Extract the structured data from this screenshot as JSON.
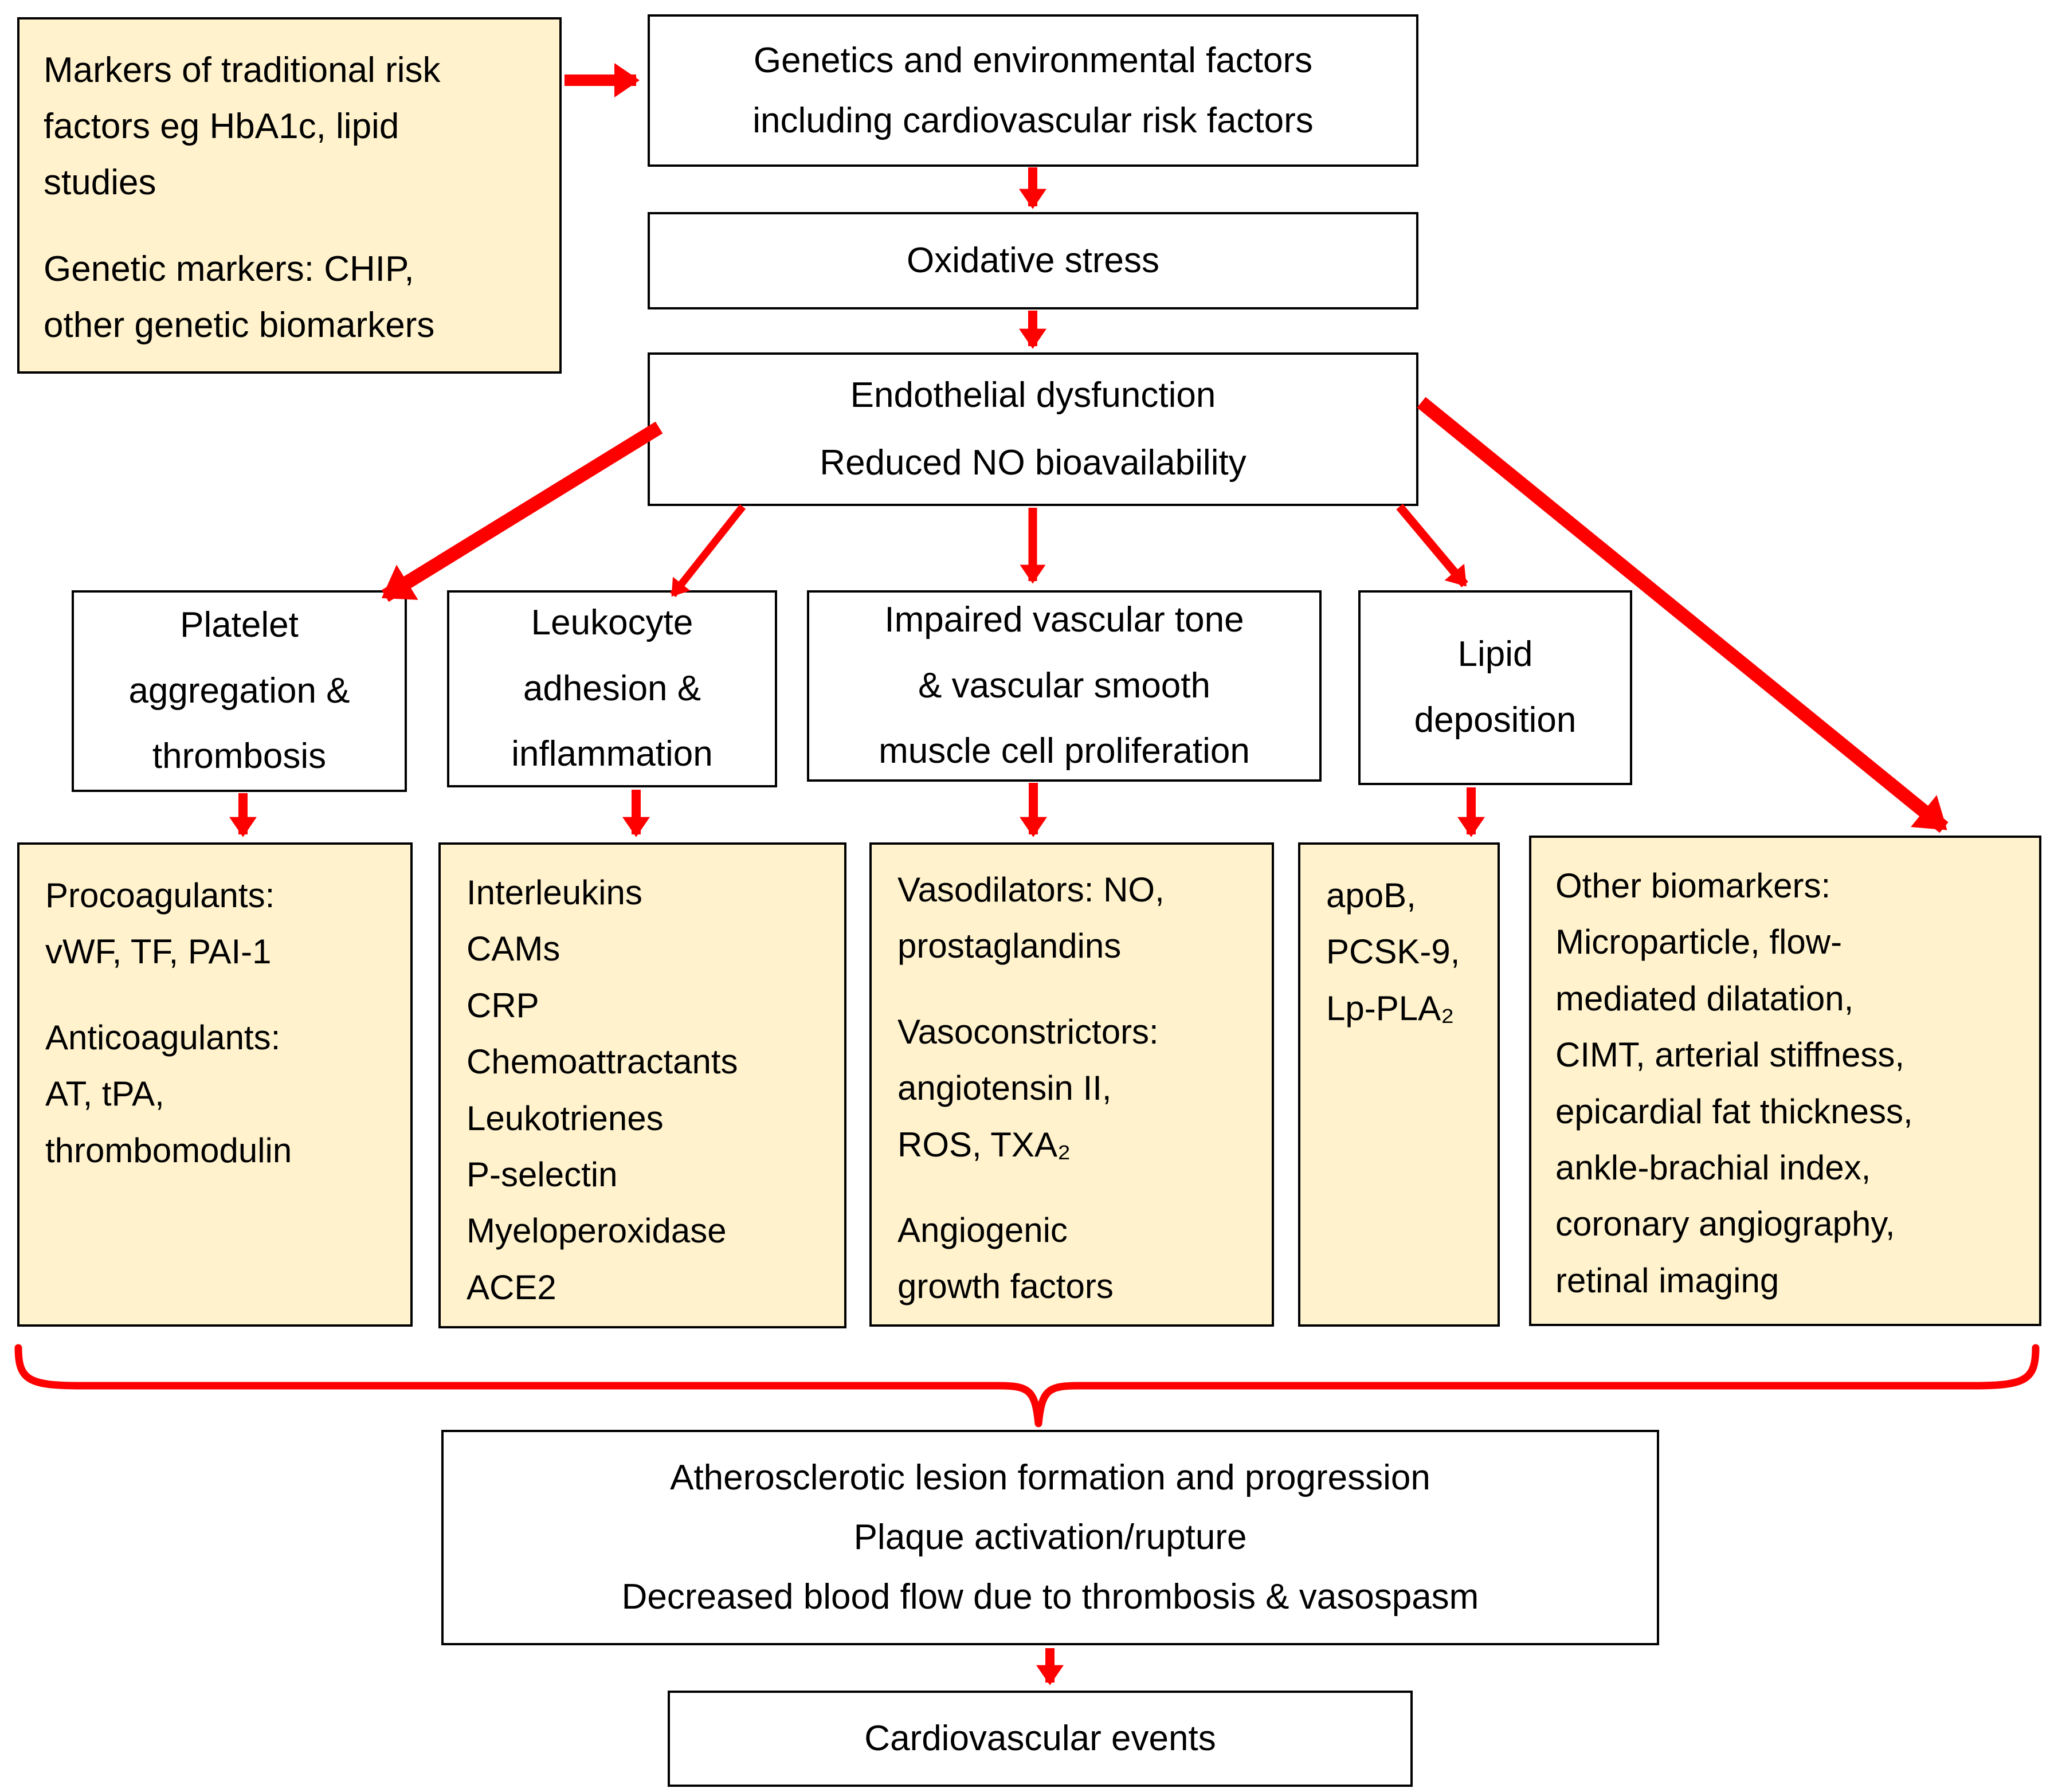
{
  "colors": {
    "accent_red": "#FF0000",
    "box_fill_yellow": "#FFF2CC",
    "box_fill_white": "#FFFFFF",
    "border_black": "#000000"
  },
  "boxes": {
    "traditional": {
      "lines": [
        "Markers of traditional risk",
        "factors eg HbA1c, lipid",
        "studies",
        "",
        "Genetic markers: CHIP,",
        "other genetic biomarkers"
      ]
    },
    "genetics": {
      "lines": [
        "Genetics and environmental factors",
        "including cardiovascular risk factors"
      ]
    },
    "oxidative": {
      "lines": [
        "Oxidative stress"
      ]
    },
    "endothelial": {
      "lines": [
        "Endothelial dysfunction",
        "Reduced NO bioavailability"
      ]
    },
    "platelet": {
      "lines": [
        "Platelet",
        "aggregation &",
        "thrombosis"
      ]
    },
    "leukocyte": {
      "lines": [
        "Leukocyte",
        "adhesion &",
        "inflammation"
      ]
    },
    "impaired": {
      "lines": [
        "Impaired vascular tone",
        "& vascular smooth",
        "muscle cell proliferation"
      ]
    },
    "lipid": {
      "lines": [
        "Lipid",
        "deposition"
      ]
    },
    "procoagulants": {
      "lines": [
        "Procoagulants:",
        "vWF, TF, PAI-1",
        "",
        "Anticoagulants:",
        "AT, tPA,",
        "thrombomodulin"
      ]
    },
    "interleukins": {
      "lines": [
        "Interleukins",
        "CAMs",
        "CRP",
        "Chemoattractants",
        "Leukotrienes",
        "P-selectin",
        "Myeloperoxidase",
        "ACE2"
      ]
    },
    "vasodilators": {
      "lines": [
        "Vasodilators: NO,",
        "prostaglandins",
        "",
        "Vasoconstrictors:",
        "angiotensin II,",
        "ROS, TXA₂",
        "",
        "Angiogenic",
        "growth factors"
      ]
    },
    "apob": {
      "lines": [
        "apoB,",
        "PCSK-9,",
        "Lp-PLA₂"
      ]
    },
    "other_biomarkers": {
      "lines": [
        "Other biomarkers:",
        "Microparticle, flow-",
        "mediated dilatation,",
        "CIMT, arterial stiffness,",
        "epicardial fat thickness,",
        "ankle-brachial index,",
        "coronary angiography,",
        "retinal imaging"
      ]
    },
    "atherosclerotic": {
      "lines": [
        "Atherosclerotic lesion formation and progression",
        "Plaque activation/rupture",
        "Decreased blood flow due to thrombosis & vasospasm"
      ]
    },
    "cardiovascular": {
      "lines": [
        "Cardiovascular events"
      ]
    }
  }
}
